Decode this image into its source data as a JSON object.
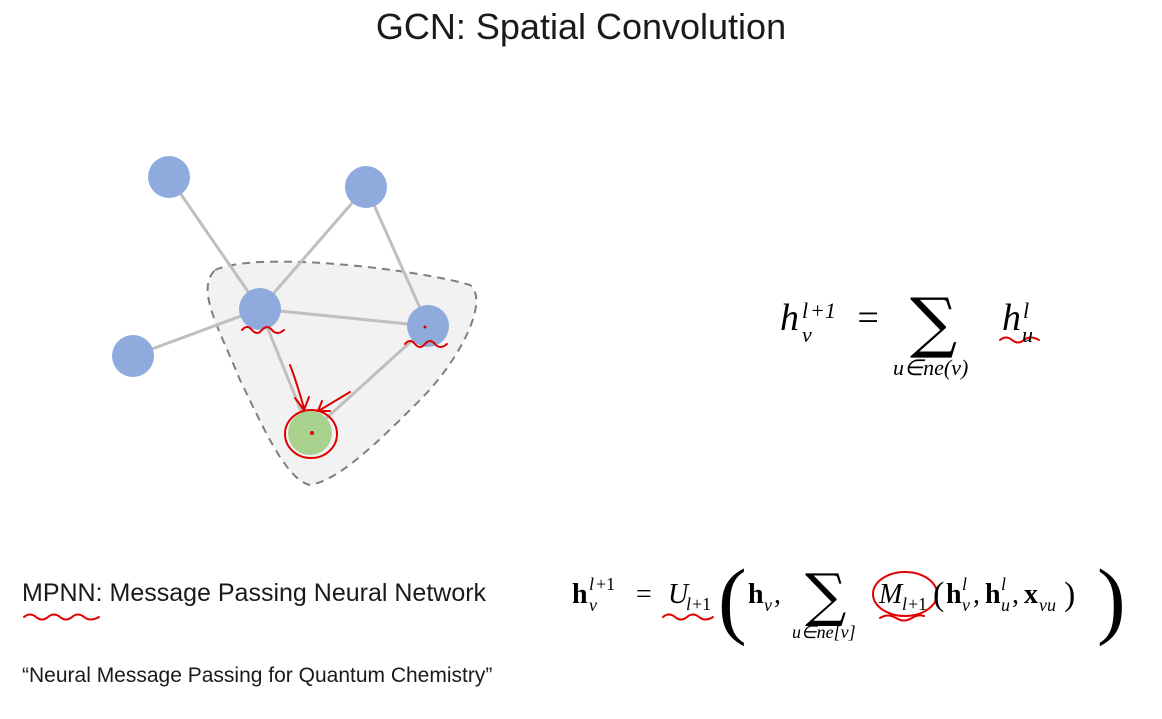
{
  "title": "GCN: Spatial Convolution",
  "mpnn_label": "MPNN: Message Passing Neural Network",
  "citation": "“Neural Message Passing for Quantum Chemistry”",
  "colors": {
    "node": "#8faadc",
    "target_node": "#a9d18e",
    "edge": "#bfbfbf",
    "region_fill": "#f2f2f2",
    "region_border": "#7f7f7f",
    "annotation": "#e00000"
  }
}
